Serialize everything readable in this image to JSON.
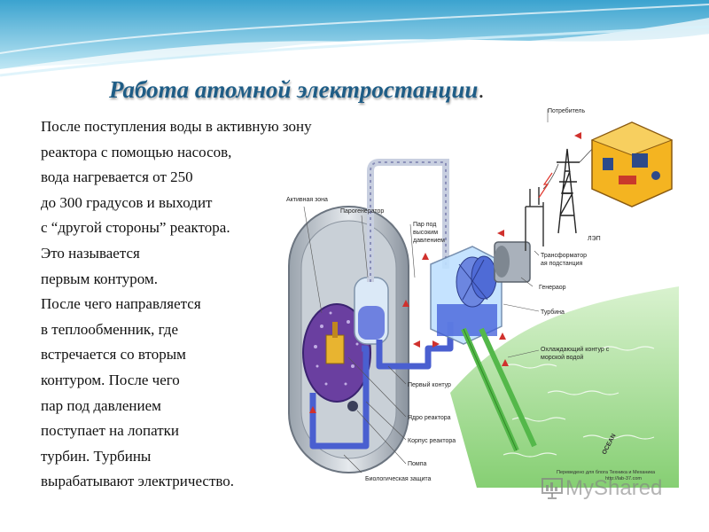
{
  "slide": {
    "title": "Работа атомной электростанции",
    "title_suffix": ".",
    "body_lines": [
      "После поступления воды в активную зону",
      "реактора с помощью насосов,",
      "вода нагревается от 250",
      "до 300 градусов и выходит",
      "с “другой стороны” реактора.",
      "Это называется",
      "первым контуром.",
      "После чего направляется",
      "в теплообменник, где",
      "встречается со вторым",
      "контуром. После чего",
      "пар под давлением",
      "поступает на лопатки",
      "турбин. Турбины",
      "вырабатывают электричество."
    ]
  },
  "diagram": {
    "labels": {
      "consumer": "Потребитель",
      "active_zone": "Активная зона",
      "steam_generator": "Парогенератор",
      "high_pressure_steam_1": "Пар под",
      "high_pressure_steam_2": "высоким",
      "high_pressure_steam_3": "давлением",
      "power_line": "ЛЭП",
      "transformer_1": "Трансформатор",
      "transformer_2": "ая подстанция",
      "generator": "Генераор",
      "turbine": "Турбина",
      "cooling_1": "Охлаждающий контур с",
      "cooling_2": "морской водой",
      "primary_circuit": "Первый контур",
      "reactor_core": "Ядро реактора",
      "reactor_vessel": "Корпус реактора",
      "pump": "Помпа",
      "bio_shield": "Биологическая защита",
      "ocean": "OCEAN",
      "credit_1": "Переведено для блога Техника и Механика",
      "credit_2": "http://lab-37.com"
    }
  },
  "watermark": {
    "text": "МyShared"
  },
  "colors": {
    "title": "#1f5d86",
    "banner": "#7fc6e2",
    "primary_loop": "#4a5fd0",
    "secondary_loop": "#8a8fb8",
    "cooling_loop": "#54b84a",
    "water": "#cde7ff",
    "sea": "#aee0a0"
  }
}
